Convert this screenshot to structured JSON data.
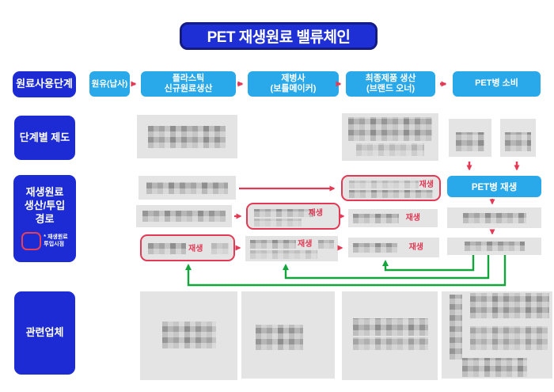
{
  "title": "PET 재생원료 밸류체인",
  "rows": {
    "usage_stage": "원료사용단계",
    "system_by_stage": "단계별 제도",
    "recycle_path": "재생원료\n생산/투입\n경로",
    "recycle_path_legend": "* 재생원료\n투입시점",
    "companies": "관련업체"
  },
  "stages": [
    {
      "label": "원유(납사)"
    },
    {
      "label": "플라스틱\n신규원료생산"
    },
    {
      "label": "제병사\n(보틀메이커)"
    },
    {
      "label": "최종제품 생산\n(브랜드 오너)"
    },
    {
      "label": "PET병 소비"
    }
  ],
  "boxes": {
    "pet_bottle_recycling": "PET병 재생"
  },
  "markers": {
    "recycle": "재생"
  },
  "colors": {
    "brand_blue": "#1c2bd3",
    "title_border": "#141b85",
    "light_blue": "#29a9e9",
    "red": "#e23a55",
    "green": "#13a53c",
    "redacted_gray": "#e4e4e4"
  }
}
